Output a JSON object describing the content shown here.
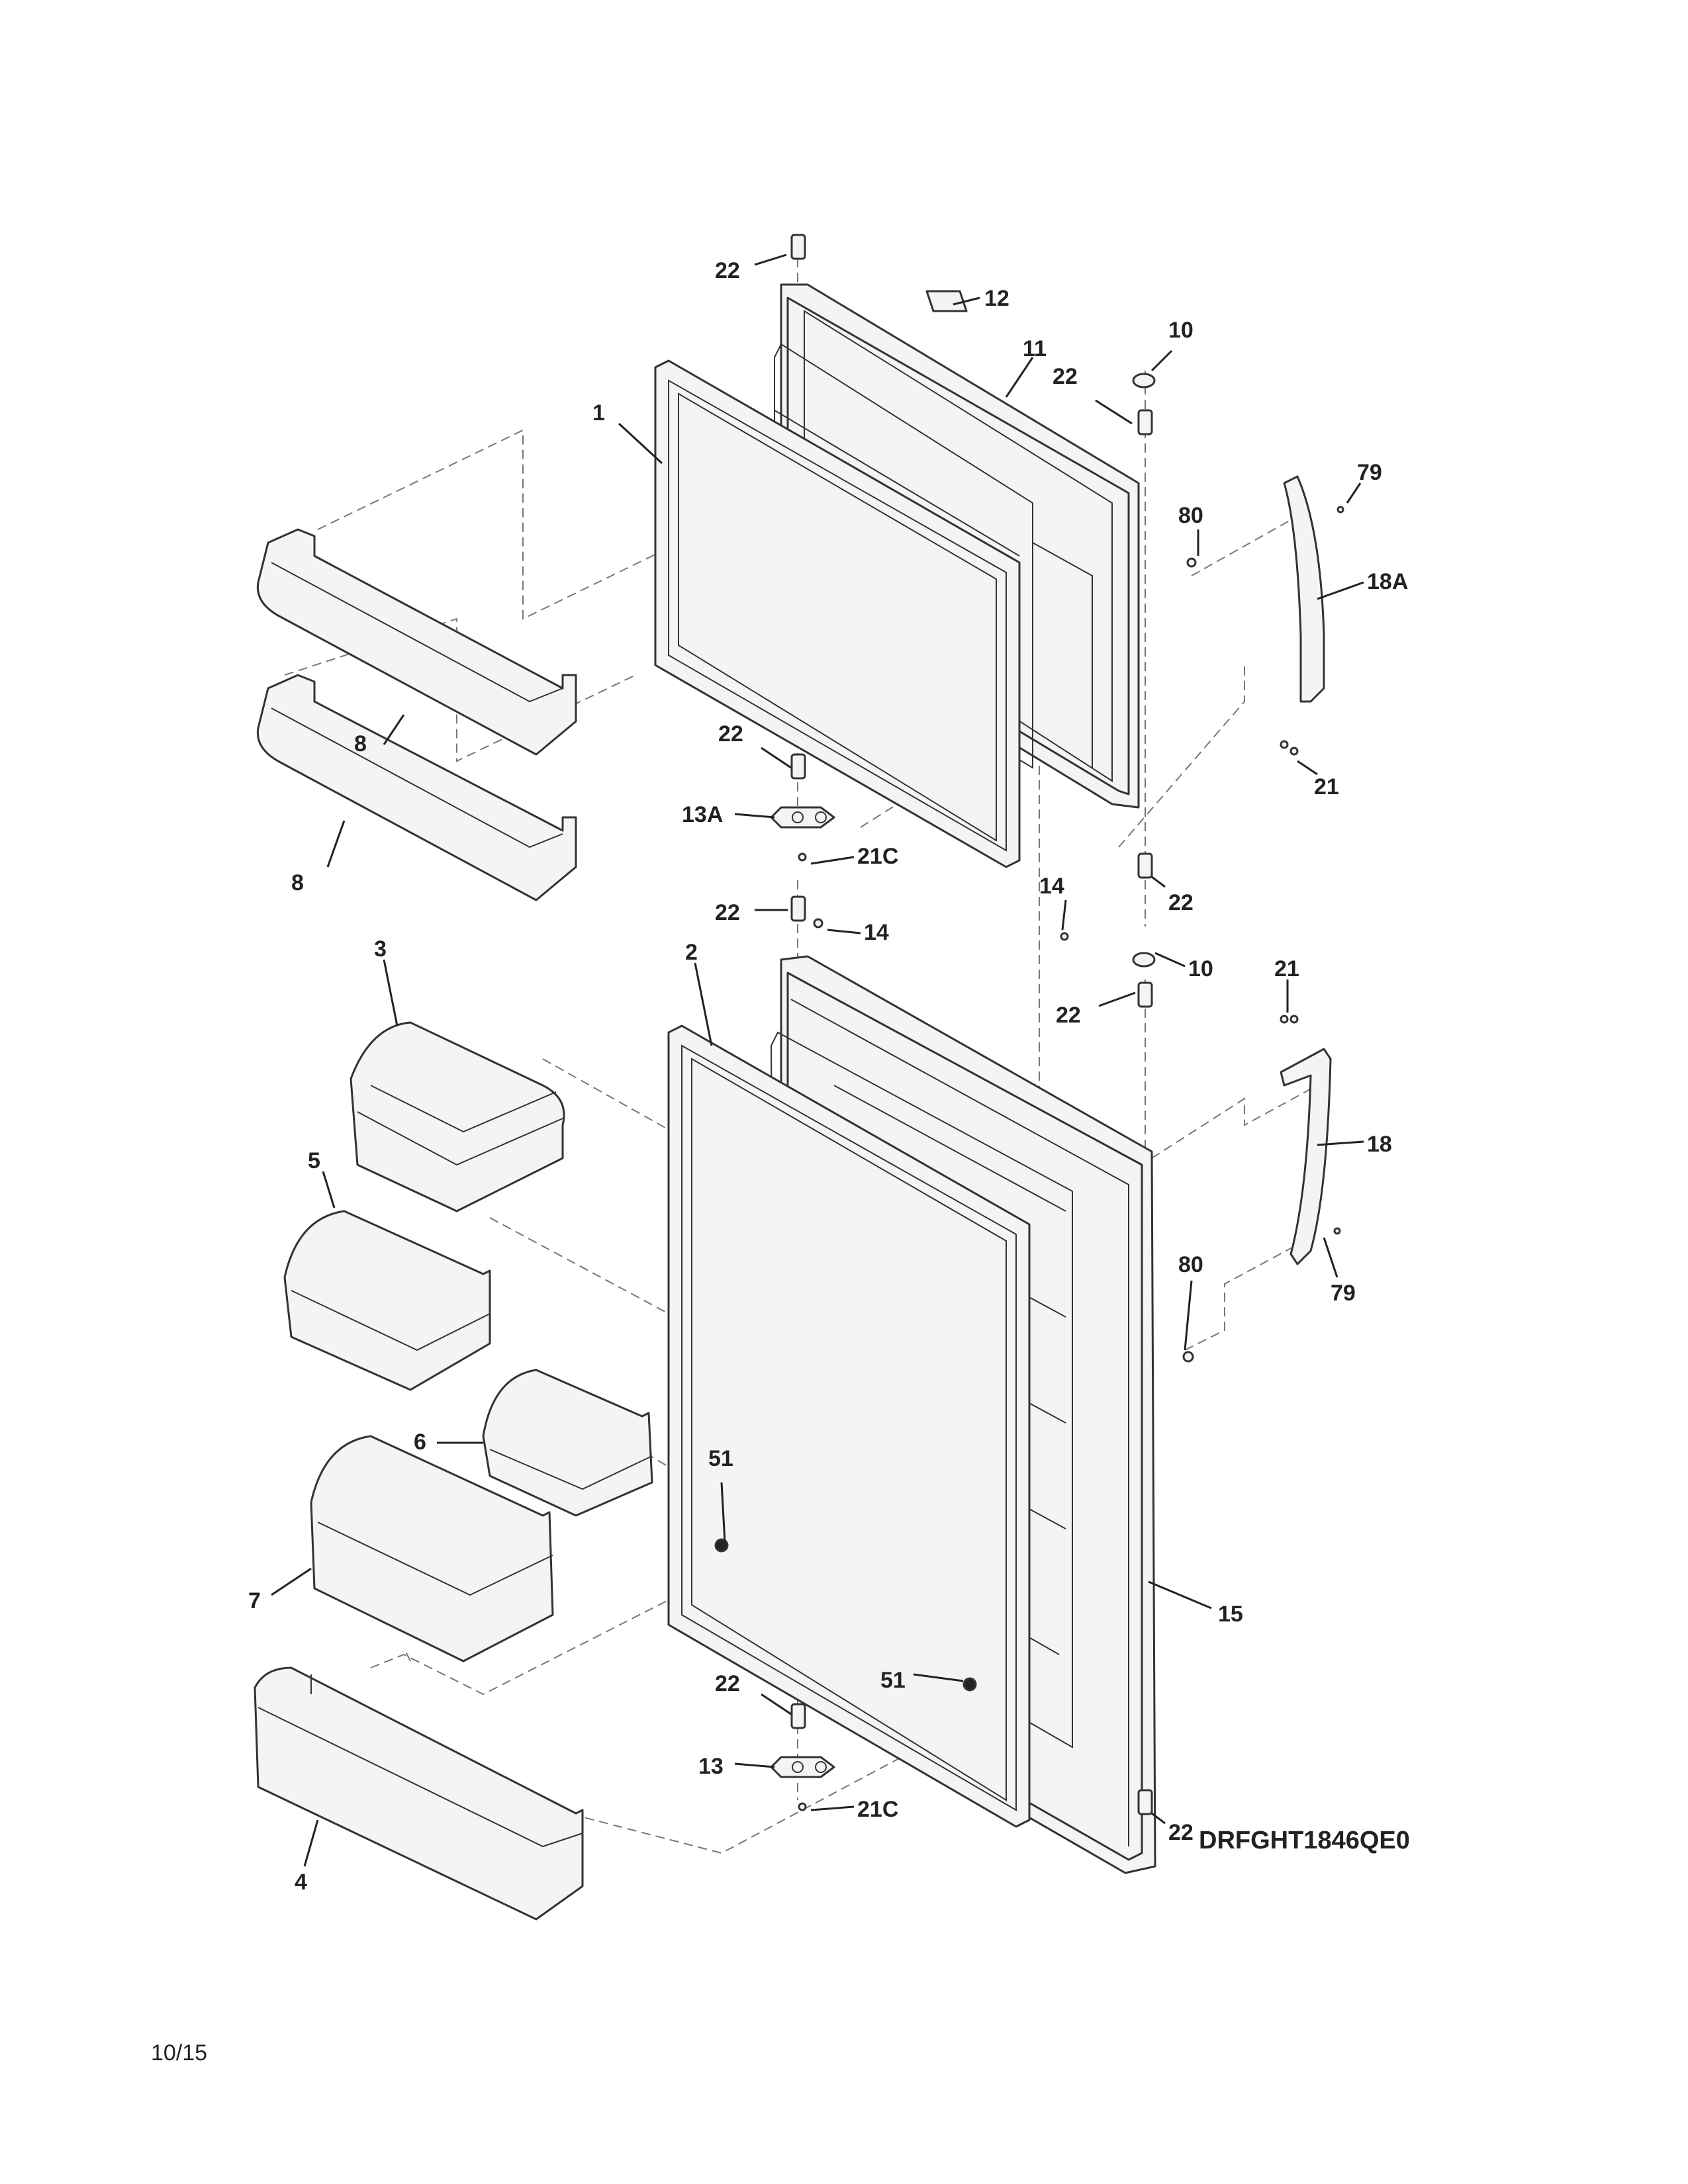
{
  "diagram": {
    "model_code": "DRFGHT1846QE0",
    "date": "10/15",
    "callouts": {
      "c1": "1",
      "c2": "2",
      "c3": "3",
      "c4": "4",
      "c5": "5",
      "c6": "6",
      "c7": "7",
      "c8a": "8",
      "c8b": "8",
      "c10a": "10",
      "c10b": "10",
      "c11": "11",
      "c12": "12",
      "c13": "13",
      "c13a": "13A",
      "c14a": "14",
      "c14b": "14",
      "c15": "15",
      "c18": "18",
      "c18a": "18A",
      "c21a": "21",
      "c21b": "21",
      "c21ca": "21C",
      "c21cb": "21C",
      "c22a": "22",
      "c22b": "22",
      "c22c": "22",
      "c22d": "22",
      "c22e": "22",
      "c22f": "22",
      "c22g": "22",
      "c22h": "22",
      "c51a": "51",
      "c51b": "51",
      "c79a": "79",
      "c79b": "79",
      "c80a": "80",
      "c80b": "80"
    },
    "icons": [
      "door-bin-icon",
      "door-gasket-icon",
      "door-panel-icon",
      "handle-icon",
      "hinge-pin-icon",
      "screw-icon"
    ]
  }
}
